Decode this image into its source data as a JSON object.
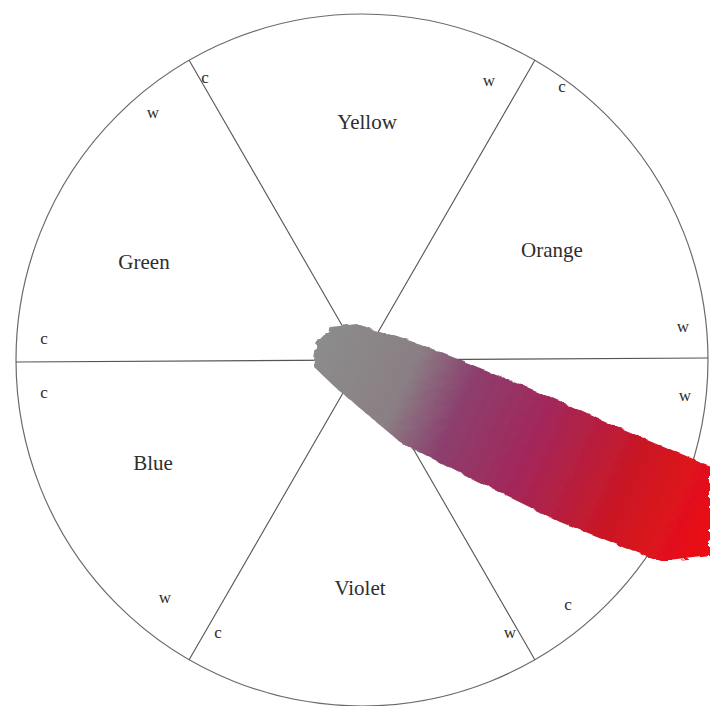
{
  "diagram": {
    "labels": [
      "Yellow",
      "Orange",
      "Green",
      "Blue",
      "Violet",
      "c",
      "w",
      "c",
      "w",
      "w",
      "c",
      "c",
      "w",
      "c",
      "w",
      "w",
      "c"
    ]
  }
}
